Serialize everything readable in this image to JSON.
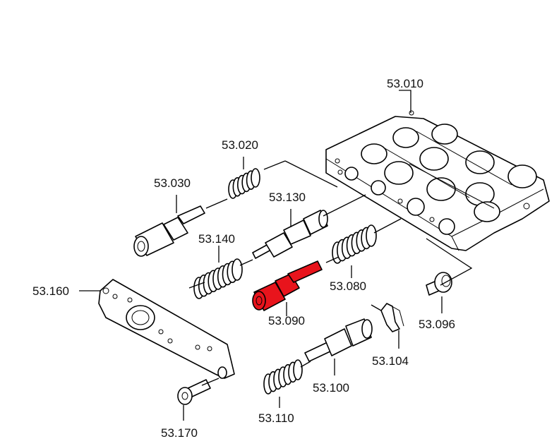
{
  "diagram": {
    "highlight_color": "#e8141c",
    "line_color": "#000000",
    "labels": {
      "p53_010": "53.010",
      "p53_020": "53.020",
      "p53_030": "53.030",
      "p53_130": "53.130",
      "p53_140": "53.140",
      "p53_160": "53.160",
      "p53_080": "53.080",
      "p53_090": "53.090",
      "p53_096": "53.096",
      "p53_104": "53.104",
      "p53_100": "53.100",
      "p53_110": "53.110",
      "p53_170": "53.170"
    }
  }
}
